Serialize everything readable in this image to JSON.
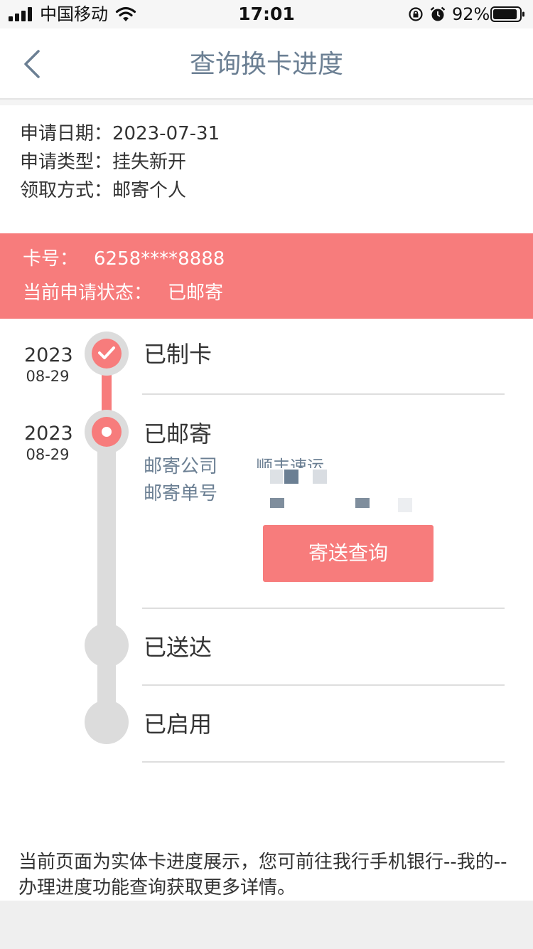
{
  "status_bar": {
    "carrier": "中国移动",
    "time": "17:01",
    "battery_percent": "92%",
    "battery_level": 0.92,
    "icons": [
      "signal-icon",
      "wifi-icon",
      "rotation-lock-icon",
      "alarm-icon",
      "battery-icon"
    ]
  },
  "nav": {
    "title": "查询换卡进度",
    "back_icon": "chevron-left-icon"
  },
  "application": {
    "date_label": "申请日期：",
    "date_value": "2023-07-31",
    "type_label": "申请类型：",
    "type_value": "挂失新开",
    "method_label": "领取方式：",
    "method_value": "邮寄个人"
  },
  "card": {
    "number_label": "卡号：",
    "number_value": "6258****8888",
    "status_label": "当前申请状态：",
    "status_value": "已邮寄"
  },
  "timeline": [
    {
      "year": "2023",
      "date": "08-29",
      "label": "已制卡",
      "state": "done"
    },
    {
      "year": "2023",
      "date": "08-29",
      "label": "已邮寄",
      "state": "current"
    },
    {
      "year": "",
      "date": "",
      "label": "已送达",
      "state": "pending"
    },
    {
      "year": "",
      "date": "",
      "label": "已启用",
      "state": "pending"
    }
  ],
  "mailing": {
    "company_label": "邮寄公司",
    "company_value": "顺丰速运",
    "tracking_label": "邮寄单号",
    "query_button": "寄送查询"
  },
  "footer": {
    "note": "当前页面为实体卡进度展示，您可前往我行手机银行--我的--办理进度功能查询获取更多详情。"
  },
  "colors": {
    "accent": "#f77c7c",
    "title_text": "#6b7f93",
    "track_gray": "#dcdcdc",
    "background": "#efefef"
  }
}
